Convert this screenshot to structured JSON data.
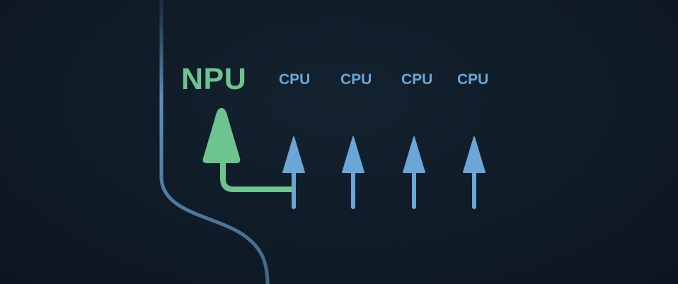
{
  "labels": {
    "npu": "NPU",
    "cpus": [
      "CPU",
      "CPU",
      "CPU",
      "CPU"
    ]
  },
  "colors": {
    "background": "#0f1b27",
    "npu": "#6ec48f",
    "cpu": "#6aa6d6",
    "lane_line": "#5a8bb8",
    "dashed_line": "#4f7da6"
  }
}
